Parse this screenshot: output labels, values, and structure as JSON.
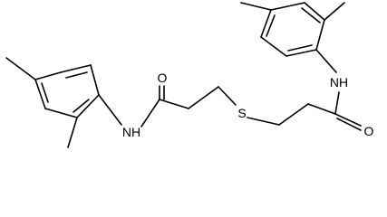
{
  "structure": {
    "atoms": {
      "nh_left": "NH",
      "o_left": "O",
      "s_center": "S",
      "nh_right": "NH",
      "o_right": "O"
    }
  }
}
